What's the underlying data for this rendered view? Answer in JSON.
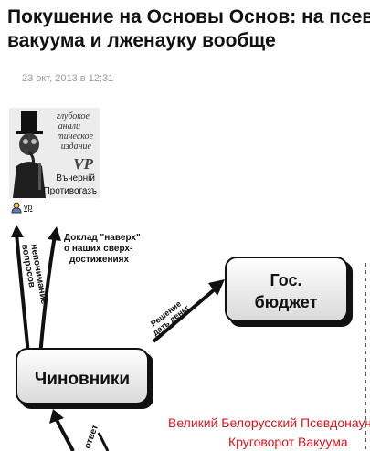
{
  "post": {
    "title_line1": "Покушение на Основы Основ: на псевдонауку",
    "title_line2": "вакуума и лженауку вообще",
    "date": "23 окт, 2013 в 12:31",
    "author": "vp"
  },
  "avatar": {
    "caption_lines": [
      "глубокое",
      "анали",
      "тическое",
      "издание"
    ],
    "logo_text": "VP",
    "subtitle_line1": "Въчерній",
    "subtitle_line2": "Противогазъ"
  },
  "diagram": {
    "label_misunderstanding_1": "непонимание",
    "label_misunderstanding_2": "вопросов",
    "label_report_1": "Доклад \"наверх\"",
    "label_report_2": "о наших сверх-",
    "label_report_3": "достижениях",
    "label_decision_1": "Решение",
    "label_decision_2": "дать денег",
    "box_budget_1": "Гос.",
    "box_budget_2": "бюджет",
    "box_officials": "Чиновники",
    "label_answer": "ответ",
    "caption_line1": "Великий Белорусский Псевдонаучный",
    "caption_line2": "Круговорот Вакуума"
  },
  "colors": {
    "caption_red": "#e0141c",
    "date_gray": "#9a9a9a",
    "box_fill": "#eeeeee"
  }
}
